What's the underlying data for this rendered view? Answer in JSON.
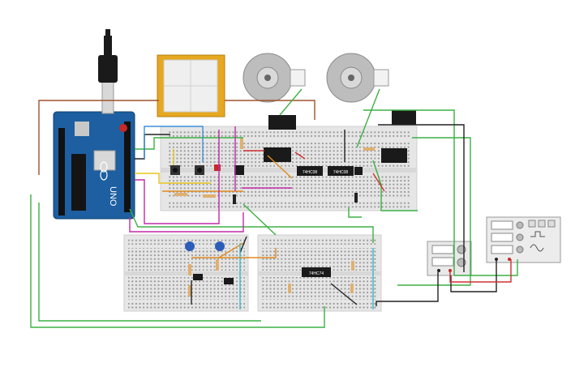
{
  "workspace": {
    "background": "#ffffff",
    "components": {
      "arduino": {
        "board_text": "UNO",
        "brand_icon": "infinity-logo-icon",
        "color": "#1d5fa0"
      },
      "touchscreen": {
        "frame_color": "#e6a820",
        "panel_color": "#efefef"
      },
      "stepper_motors": [
        {
          "icon": "stepper-motor-icon"
        },
        {
          "icon": "stepper-motor-icon"
        }
      ],
      "motor_drivers": [
        {
          "icon": "relay-driver-icon"
        },
        {
          "icon": "relay-driver-icon"
        },
        {
          "icon": "relay-driver-icon"
        }
      ],
      "ics": [
        {
          "label": "74HC08"
        },
        {
          "label": "74HC08"
        },
        {
          "label": "74HC74"
        }
      ],
      "power_supply": {
        "icon": "power-supply-icon"
      },
      "function_generator": {
        "icon": "function-generator-icon"
      },
      "breadboards": {
        "color": "#e8e8e8"
      }
    },
    "wire_colors": {
      "green": "#3cb043",
      "black": "#222222",
      "red": "#d03030",
      "orange": "#e08a1e",
      "yellow": "#e8c51b",
      "magenta": "#c02aa8",
      "blue": "#3d8fd8",
      "brown": "#a0522d",
      "cyan": "#38b8c8"
    }
  }
}
